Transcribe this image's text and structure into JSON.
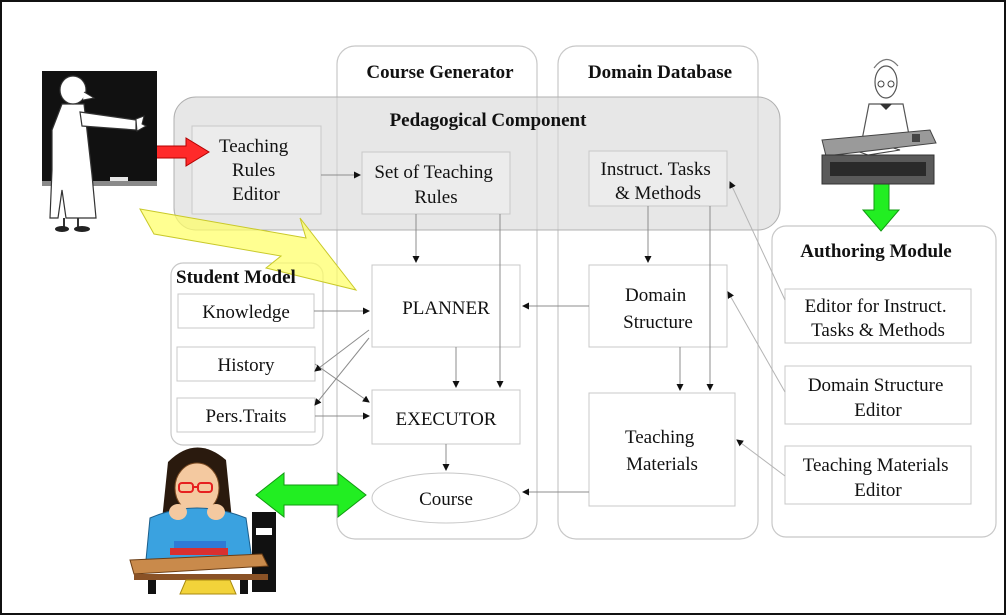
{
  "containers": {
    "course_generator": "Course Generator",
    "domain_database": "Domain Database",
    "pedagogical_component": "Pedagogical Component",
    "student_model": "Student Model",
    "authoring_module": "Authoring Module"
  },
  "nodes": {
    "teaching_rules_editor": [
      "Teaching",
      "Rules",
      "Editor"
    ],
    "set_of_teaching_rules": [
      "Set of Teaching",
      "Rules"
    ],
    "instruct_tasks_methods": [
      "Instruct. Tasks",
      "& Methods"
    ],
    "planner": [
      "PLANNER"
    ],
    "executor": [
      "EXECUTOR"
    ],
    "course": [
      "Course"
    ],
    "domain_structure": [
      "Domain",
      "Structure"
    ],
    "teaching_materials": [
      "Teaching",
      "Materials"
    ],
    "knowledge": [
      "Knowledge"
    ],
    "history": [
      "History"
    ],
    "pers_traits": [
      "Pers.Traits"
    ],
    "editor_instruct_tasks": [
      "Editor for Instruct.",
      "Tasks & Methods"
    ],
    "domain_structure_editor": [
      "Domain Structure",
      "Editor"
    ],
    "teaching_materials_editor": [
      "Teaching Materials",
      "Editor"
    ]
  },
  "colors": {
    "red_arrow": "#ff2a2a",
    "yellow_arrow": "#ffff66",
    "green_arrow": "#22ee22",
    "pedagogical_fill": "#d9d9d9"
  },
  "figures": [
    "teacher-at-blackboard-icon",
    "author-at-desk-icon",
    "student-at-desk-icon"
  ]
}
